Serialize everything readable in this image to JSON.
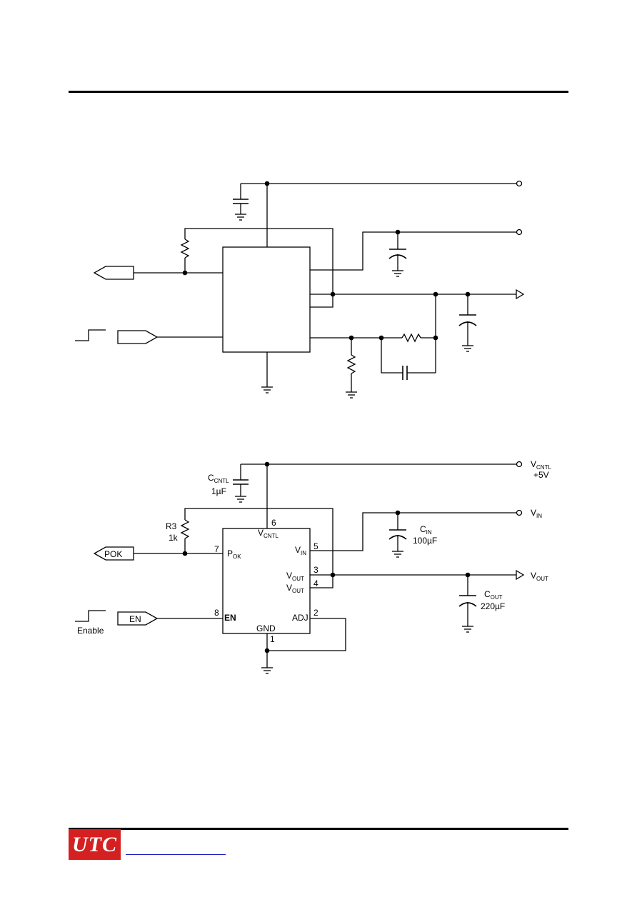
{
  "logo": {
    "text": "UTC",
    "color": "#d42020"
  },
  "link": {
    "color": "#2020c0"
  },
  "diagram2": {
    "c_cntl_label": "C",
    "c_cntl_sub": "CNTL",
    "c_cntl_value": "1µF",
    "r3_label": "R3",
    "r3_value": "1k",
    "pin6": "6",
    "vcntl_pin_label": "V",
    "vcntl_pin_sub": "CNTL",
    "pin7": "7",
    "pok_pin_label": "P",
    "pok_pin_sub": "OK",
    "pin5": "5",
    "vin_pin_label": "V",
    "vin_pin_sub": "IN",
    "pin3": "3",
    "vout1_pin_label": "V",
    "vout1_pin_sub": "OUT",
    "pin4": "4",
    "vout2_pin_label": "V",
    "vout2_pin_sub": "OUT",
    "pin8": "8",
    "en_pin_label": "EN",
    "pin2": "2",
    "adj_pin_label": "ADJ",
    "gnd_pin_label": "GND",
    "pin1": "1",
    "pok_port": "POK",
    "en_port": "EN",
    "enable_label": "Enable",
    "vcntl_term_label": "V",
    "vcntl_term_sub": "CNTL",
    "vcntl_term_value": "+5V",
    "vin_term_label": "V",
    "vin_term_sub": "IN",
    "cin_label": "C",
    "cin_sub": "IN",
    "cin_value": "100µF",
    "vout_term_label": "V",
    "vout_term_sub": "OUT",
    "cout_label": "C",
    "cout_sub": "OUT",
    "cout_value": "220µF"
  }
}
